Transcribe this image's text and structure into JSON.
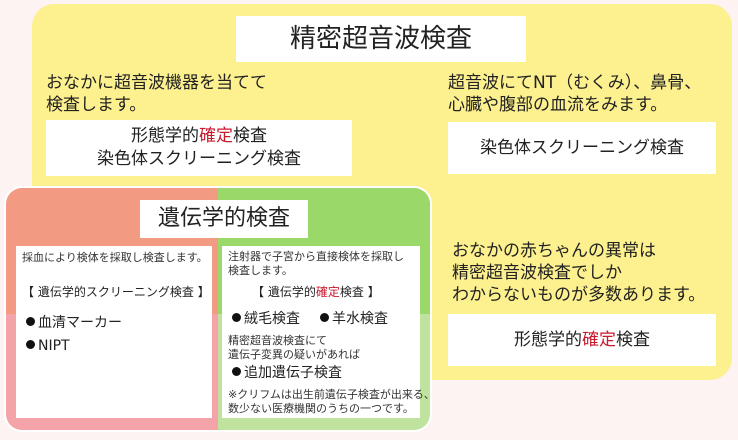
{
  "main_title": "精密超音波検査",
  "left_desc": [
    "おなかに超音波機器を当てて",
    "検査します。"
  ],
  "left_box": {
    "line1_prefix": "形態学的",
    "line1_highlight": "確定",
    "line1_suffix": "検査",
    "line2": "染色体スクリーニング検査"
  },
  "right_desc": [
    "超音波にてNT（むくみ）、鼻骨、",
    "心臓や腹部の血流をみます。"
  ],
  "right_box": "染色体スクリーニング検査",
  "genetics_title": "遺伝学的検査",
  "left_card": {
    "intro": "採血により検体を採取し検査します。",
    "bracket_open": "【",
    "bracket_text": "遺伝学的スクリーニング検査",
    "bracket_close": "】",
    "items": [
      "血清マーカー",
      "NIPT"
    ]
  },
  "right_card": {
    "intro": [
      "注射器で子宮から直接検体を採取し",
      "検査します。"
    ],
    "bracket_open": "【",
    "bracket_prefix": "遺伝学的",
    "bracket_highlight": "確定",
    "bracket_suffix": "検査",
    "bracket_close": "】",
    "items": [
      "絨毛検査",
      "羊水検査"
    ],
    "note": [
      "精密超音波検査にて",
      "遺伝子変異の疑いがあれば"
    ],
    "extra_item": "追加遺伝子検査",
    "footnote": [
      "※クリフムは出生前遺伝子検査が出来る、",
      "数少ない医療機関のうちの一つです。"
    ]
  },
  "bottom_right_desc": [
    "おなかの赤ちゃんの異常は",
    "精密超音波検査でしか",
    "わからないものが多数あります。"
  ],
  "bottom_right_box": {
    "prefix": "形態学的",
    "highlight": "確定",
    "suffix": "検査"
  },
  "colors": {
    "yellow_panel": "#fdf08f",
    "orange_quadrant": "#f39b82",
    "green_quadrant": "#9ad86a",
    "pink_quadrant": "#f4a3a8",
    "light_green_quadrant": "#bfe39f",
    "highlight_red": "#c8192e"
  }
}
